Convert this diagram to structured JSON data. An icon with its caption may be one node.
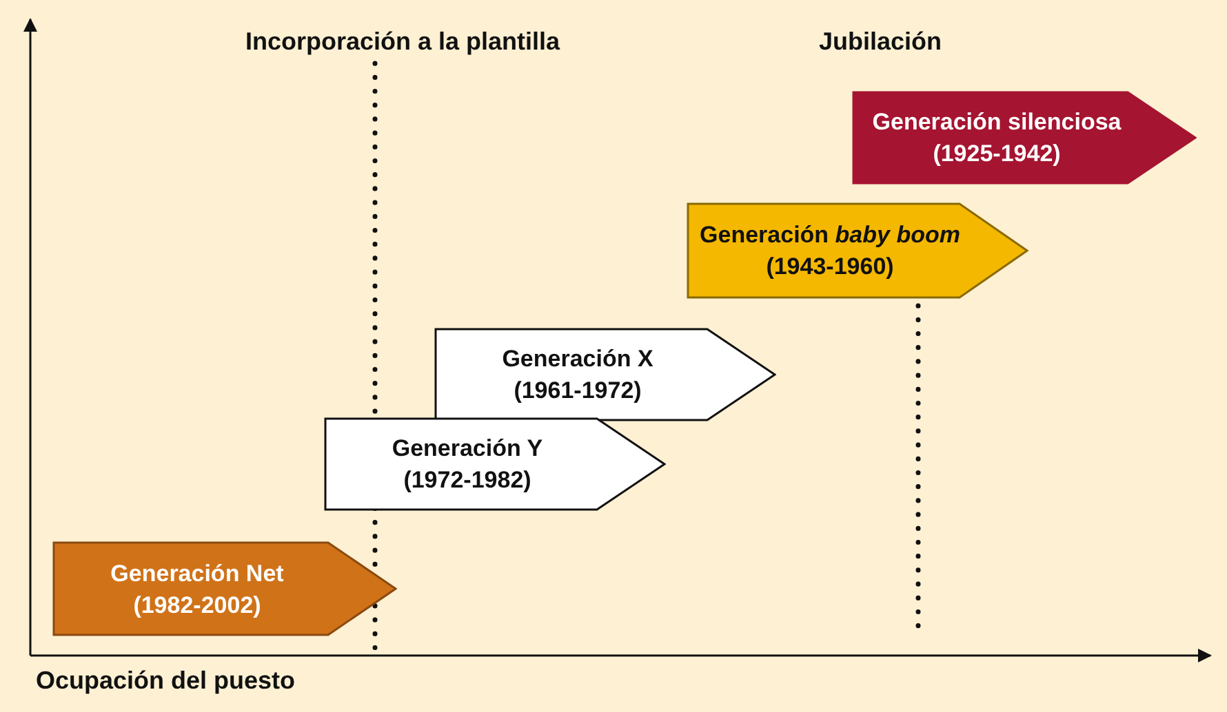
{
  "diagram": {
    "nodes": [
      {
        "text": [
          "Generación silenciosa",
          "(1925-1942)"
        ]
      },
      {
        "text": [
          "Generación *baby boom*",
          "(1943-1960)"
        ]
      },
      {
        "text": [
          "Generación X",
          "(1961-1972)"
        ]
      },
      {
        "text": [
          "Generación Y",
          "(1972-1982)"
        ]
      },
      {
        "text": [
          "Generación Net",
          "(1982-2002)"
        ]
      }
    ],
    "edges": [],
    "labels": [
      "Incorporación a la plantilla",
      "Jubilación",
      "Ocupación del puesto"
    ]
  }
}
